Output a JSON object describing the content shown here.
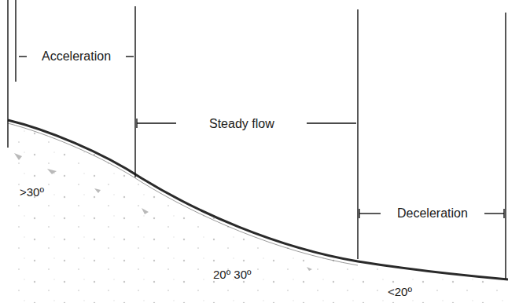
{
  "diagram": {
    "labels": [
      "Acceleration",
      "Steady flow",
      "Deceleration",
      ">30º",
      "20º 30º",
      "<20º"
    ]
  }
}
